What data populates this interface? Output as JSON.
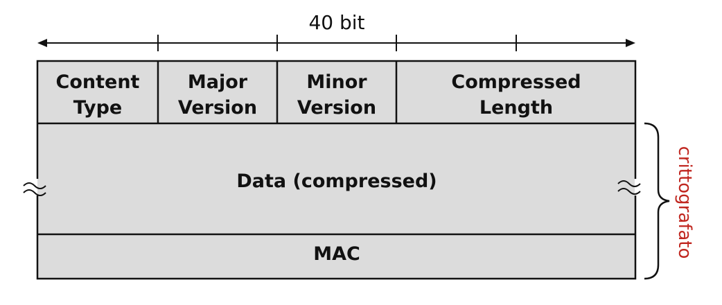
{
  "width_label": "40 bit",
  "header_fields": [
    {
      "line1": "Content",
      "line2": "Type"
    },
    {
      "line1": "Major",
      "line2": "Version"
    },
    {
      "line1": "Minor",
      "line2": "Version"
    },
    {
      "line1": "Compressed",
      "line2": "Length"
    }
  ],
  "data_label": "Data (compressed)",
  "mac_label": "MAC",
  "encrypted_label": "crittografato",
  "colors": {
    "fill": "#dcdcdc",
    "stroke": "#111111",
    "accent": "#c0261f"
  }
}
